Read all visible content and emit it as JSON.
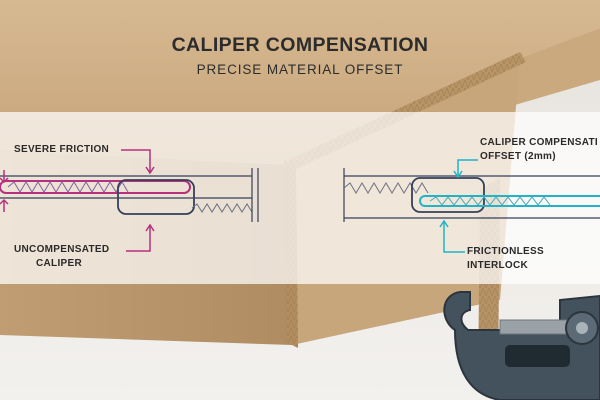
{
  "title": "CALIPER COMPENSATION",
  "subtitle": "PRECISE MATERIAL OFFSET",
  "labels": {
    "severe_friction": "SEVERE FRICTION",
    "uncompensated_line1": "UNCOMPENSATED",
    "uncompensated_line2": "CALIPER",
    "caliper_comp_line1": "CALIPER COMPENSATI",
    "caliper_comp_line2": "OFFSET (2mm)",
    "frictionless_line1": "FRICTIONLESS",
    "frictionless_line2": "INTERLOCK"
  },
  "colors": {
    "cardboard": "#c9a77c",
    "cardboard_dark": "#a9855a",
    "cardboard_light": "#d9bd95",
    "uncompensated": "#b5307e",
    "compensated": "#1fb4c6",
    "line_dark": "#34405a",
    "overlay": "#ffffff",
    "micrometer": "#4a5a66"
  }
}
